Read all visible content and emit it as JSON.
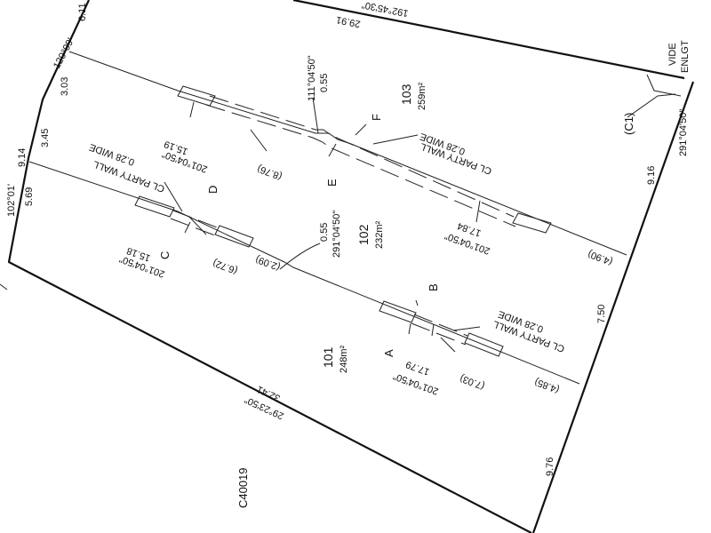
{
  "plan": {
    "plan_number": "C40019",
    "lots": [
      {
        "number": "101",
        "area": "248m²"
      },
      {
        "number": "102",
        "area": "232m²"
      },
      {
        "number": "103",
        "area": "259m²"
      }
    ],
    "bearings": {
      "top": "192°45'30\"",
      "top_corner": "120°09'",
      "left": "102°01'",
      "right": "291°04'50\"",
      "bottom": "29°23'50\"",
      "wall_ab": "201°04'50\"",
      "wall_cd": "201°04'50\"",
      "wall_ef": "201°04'50\"",
      "lot102_right": "201°04'50\"",
      "offset_ef": "111°04'50\"",
      "offset_mid": "291°04'50\""
    },
    "distances": {
      "top_edge": "29.91",
      "top_left_short": "6.11",
      "top_left": "3.03",
      "left_upper": "3.45",
      "left_total": "9.14",
      "left_lower": "5.69",
      "right_upper": "9.16",
      "right_middle": "7.50",
      "right_lower": "9.76",
      "bottom_edge": "32.41",
      "wall_ab": "17.79",
      "wall_cd": "15.18",
      "wall_ef": "15.19",
      "lot102_right": "17.84",
      "offset_ef": "0.55",
      "offset_mid": "0.55"
    },
    "bracketed": {
      "ab": "(7.03)",
      "cd": "(6.72)",
      "ef": "(8.76)",
      "lot101_right": "(4.85)",
      "lot102_right": "(4.90)",
      "lot102_left": "(2.09)",
      "c1": "(C1)"
    },
    "points": {
      "a": "A",
      "b": "B",
      "c": "C",
      "d": "D",
      "e": "E",
      "f": "F"
    },
    "notes": {
      "party_wall_line1": "CL PARTY WALL",
      "party_wall_line2": "0.28 WIDE",
      "vide_line1": "VIDE",
      "vide_line2": "ENLGT"
    }
  }
}
